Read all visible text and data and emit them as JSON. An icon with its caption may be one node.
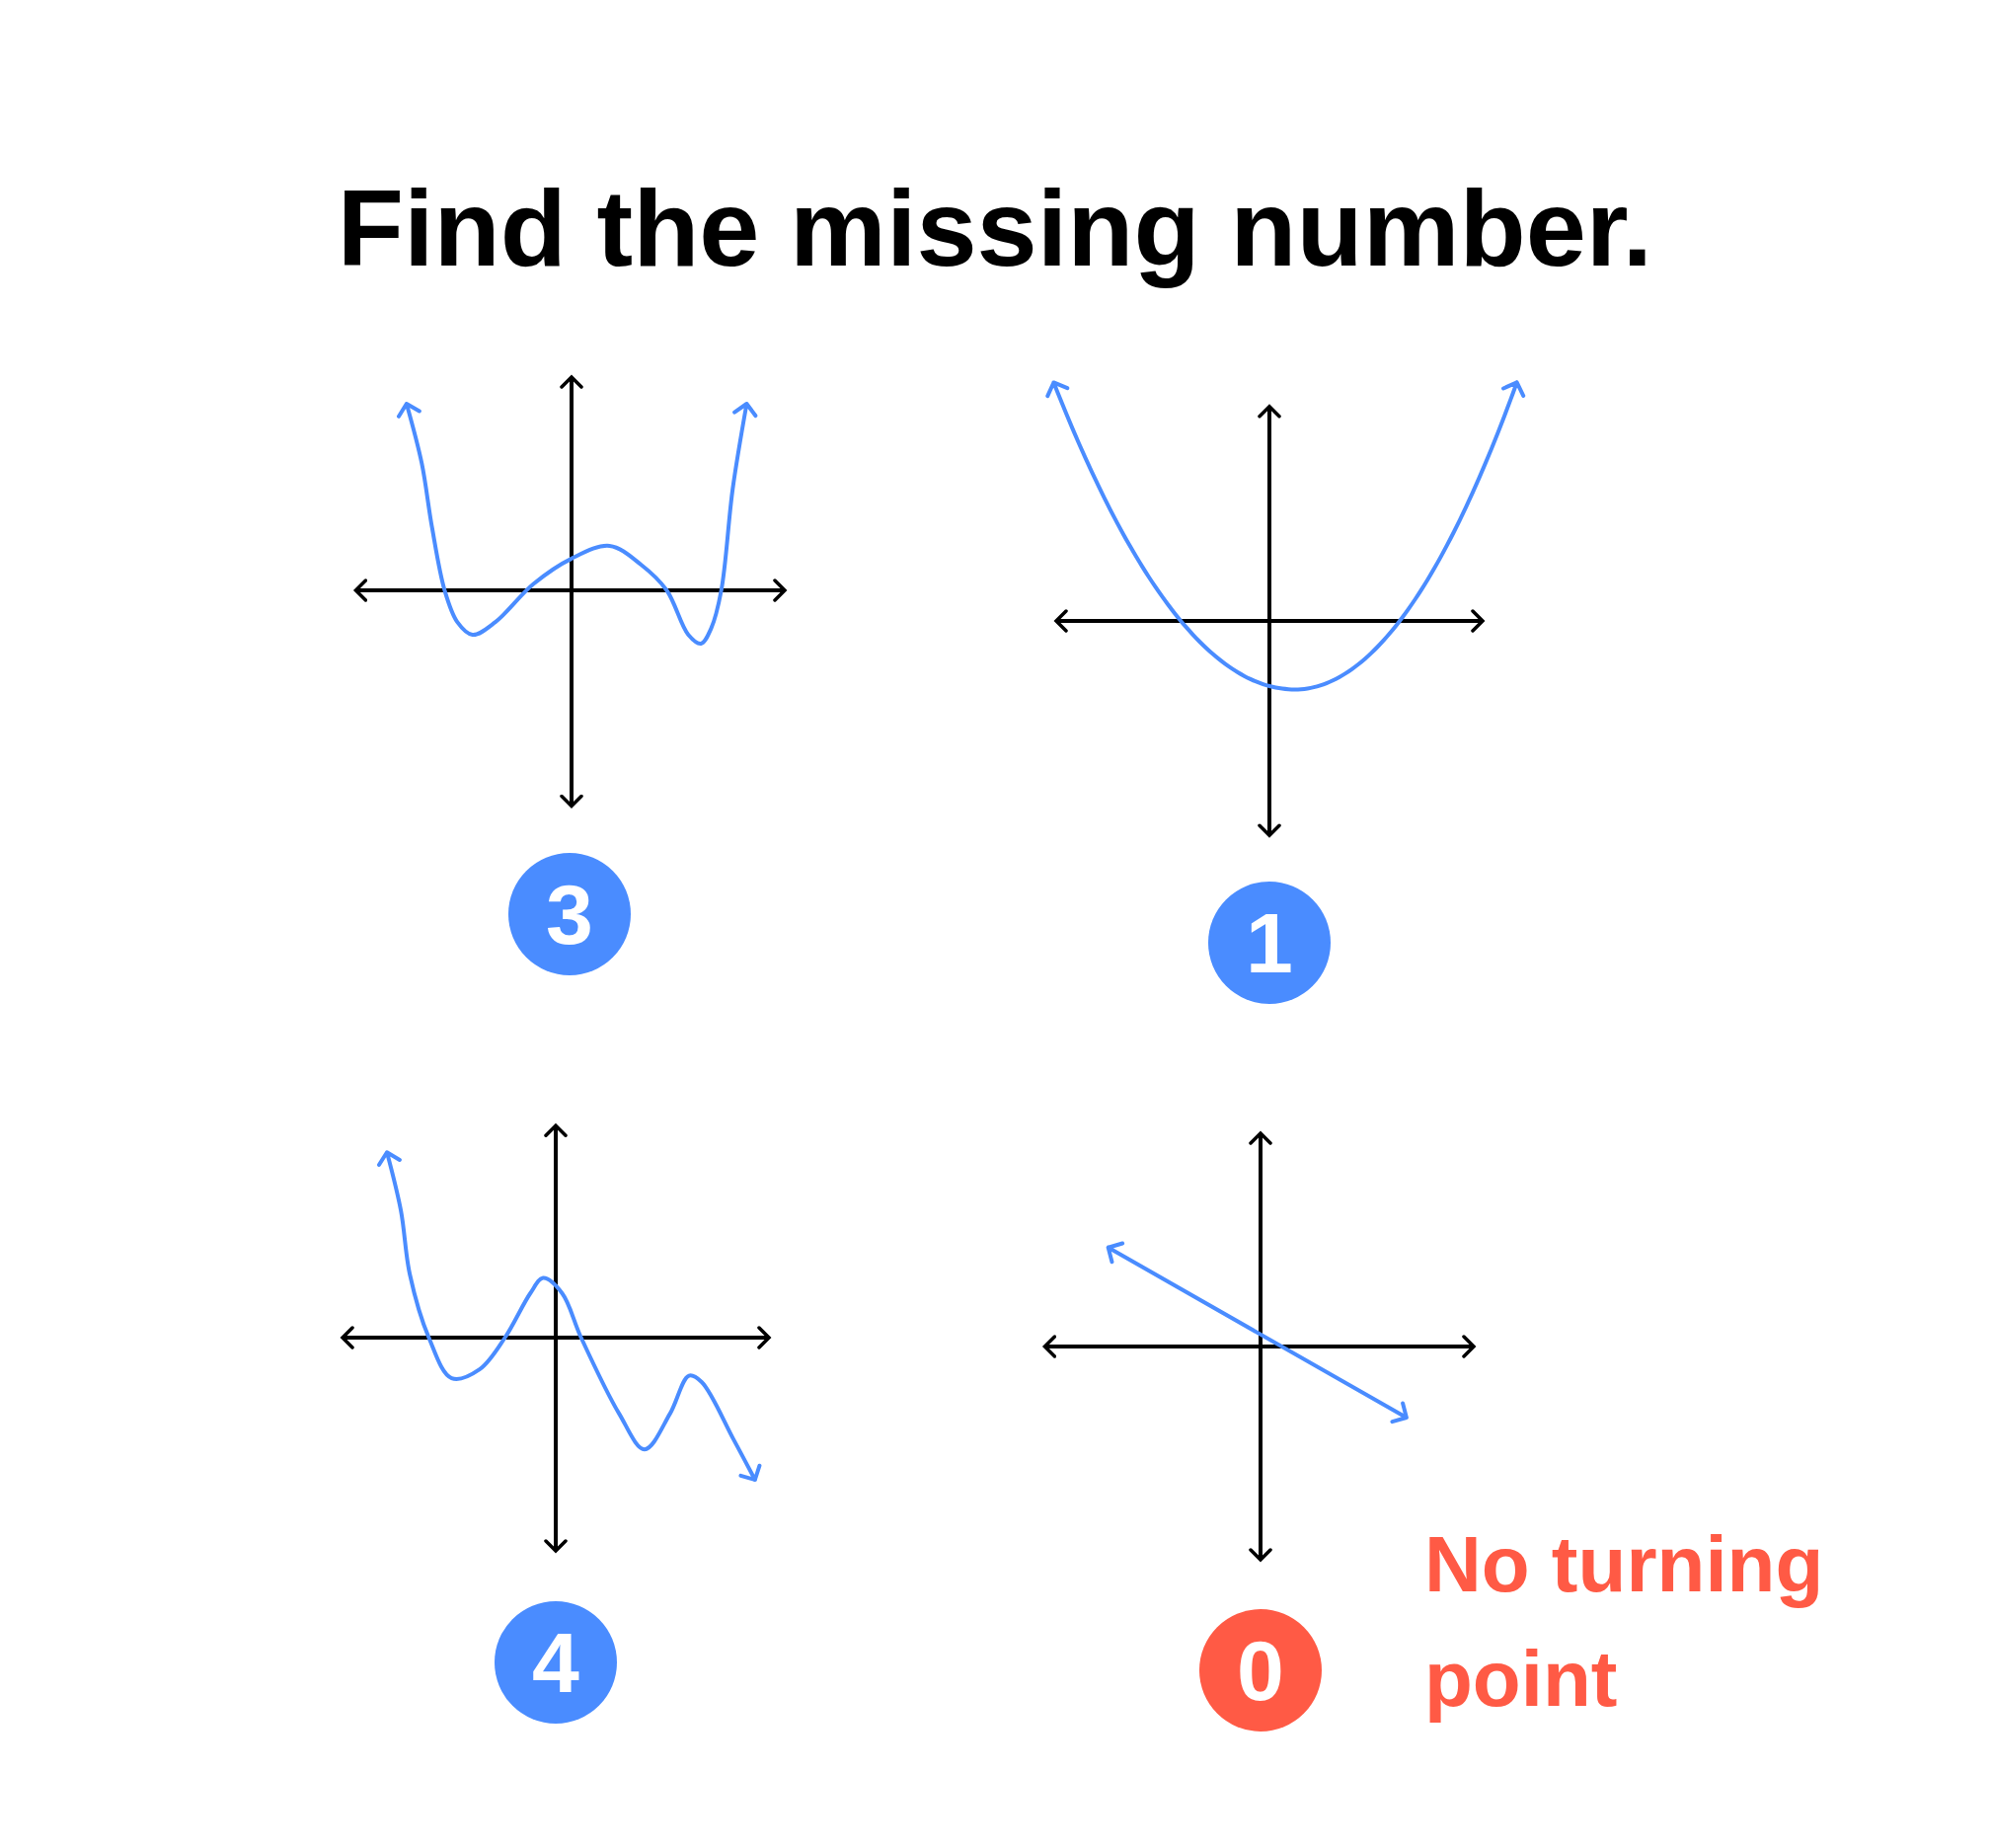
{
  "diagram": {
    "title": "Find the missing number.",
    "nodes": [
      {
        "text": [
          "3"
        ]
      },
      {
        "text": [
          "1"
        ]
      },
      {
        "text": [
          "4"
        ]
      },
      {
        "text": [
          "0"
        ],
        "beside": [
          "No turning point"
        ]
      }
    ]
  }
}
